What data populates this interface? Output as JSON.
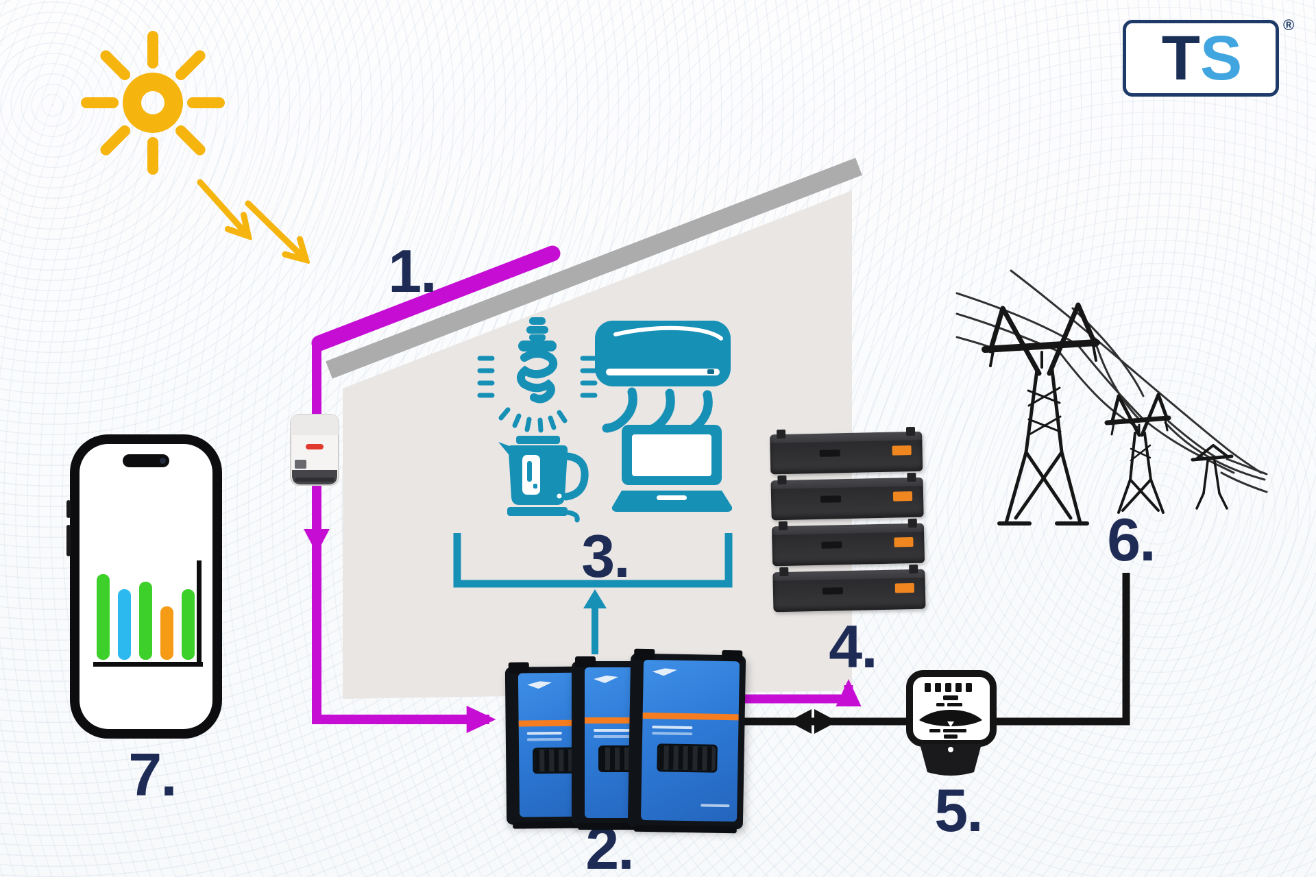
{
  "brand": {
    "t": "T",
    "s": "S",
    "registered_mark": "®"
  },
  "labels": {
    "panel": "1.",
    "inverters": "2.",
    "appliances": "3.",
    "battery": "4.",
    "meter": "5.",
    "grid": "6.",
    "app": "7."
  },
  "icons": [
    "sun-icon",
    "sunray-arrow-icon",
    "solar-panel-icon",
    "house-shape",
    "cfl-bulb-icon",
    "air-conditioner-icon",
    "kettle-icon",
    "laptop-icon",
    "string-inverter-icon",
    "battery-inverter-icon",
    "battery-stack-icon",
    "energy-meter-icon",
    "power-grid-towers-icon",
    "smartphone-icon",
    "bar-chart-icon",
    "ts-logo"
  ],
  "colors": {
    "navy": "#1E2C55",
    "magenta": "#C50DD4",
    "teal": "#1790B6",
    "yellow": "#F6B40E",
    "roof_gray": "#ACACAC",
    "house_gray": "#E9E6E4",
    "inverter_orange": "#F57D20",
    "battery_orange": "#F0861F",
    "line_black": "#131313",
    "bar_green": "#3ED02A",
    "bar_blue": "#2CB9EF",
    "bar_orange": "#F59B15",
    "logo_navy": "#1A2F55",
    "logo_blue": "#41A5E0"
  },
  "app_phone": {
    "bars": [
      {
        "color": "bar_green",
        "h": 125
      },
      {
        "color": "bar_blue",
        "h": 103
      },
      {
        "color": "bar_green",
        "h": 114
      },
      {
        "color": "bar_orange",
        "h": 78
      },
      {
        "color": "bar_green",
        "h": 103
      }
    ]
  },
  "inverters": {
    "units": 3
  },
  "battery": {
    "modules": 4
  }
}
